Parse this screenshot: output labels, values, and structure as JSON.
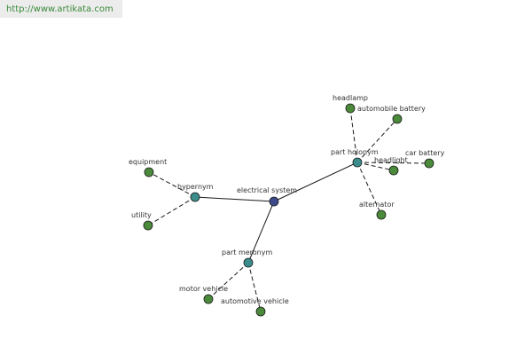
{
  "site": {
    "url": "http://www.artikata.com"
  },
  "colors": {
    "center": "#3d4a8a",
    "relation": "#3b8d8c",
    "leaf": "#4a8a3a",
    "edge": "#1a1a1a"
  },
  "graph": {
    "nodes": [
      {
        "id": "electrical-system",
        "label": "electrical system",
        "type": "center"
      },
      {
        "id": "hypernym",
        "label": "hypernym",
        "type": "relation"
      },
      {
        "id": "part-holonym",
        "label": "part holonym",
        "type": "relation"
      },
      {
        "id": "part-meronym",
        "label": "part meronym",
        "type": "relation"
      },
      {
        "id": "equipment",
        "label": "equipment",
        "type": "leaf"
      },
      {
        "id": "utility",
        "label": "utility",
        "type": "leaf"
      },
      {
        "id": "headlamp",
        "label": "headlamp",
        "type": "leaf"
      },
      {
        "id": "automobile-battery",
        "label": "automobile battery",
        "type": "leaf"
      },
      {
        "id": "headlight",
        "label": "headlight",
        "type": "leaf"
      },
      {
        "id": "car-battery",
        "label": "car battery",
        "type": "leaf"
      },
      {
        "id": "alternator",
        "label": "alternator",
        "type": "leaf"
      },
      {
        "id": "motor-vehicle",
        "label": "motor vehicle",
        "type": "leaf"
      },
      {
        "id": "automotive-vehicle",
        "label": "automotive vehicle",
        "type": "leaf"
      }
    ],
    "edges": [
      {
        "from": "electrical-system",
        "to": "hypernym",
        "style": "solid"
      },
      {
        "from": "electrical-system",
        "to": "part-holonym",
        "style": "solid"
      },
      {
        "from": "electrical-system",
        "to": "part-meronym",
        "style": "solid"
      },
      {
        "from": "hypernym",
        "to": "equipment",
        "style": "dashed"
      },
      {
        "from": "hypernym",
        "to": "utility",
        "style": "dashed"
      },
      {
        "from": "part-holonym",
        "to": "headlamp",
        "style": "dashed"
      },
      {
        "from": "part-holonym",
        "to": "automobile-battery",
        "style": "dashed"
      },
      {
        "from": "part-holonym",
        "to": "headlight",
        "style": "dashed"
      },
      {
        "from": "part-holonym",
        "to": "car-battery",
        "style": "dashed"
      },
      {
        "from": "part-holonym",
        "to": "alternator",
        "style": "dashed"
      },
      {
        "from": "part-meronym",
        "to": "motor-vehicle",
        "style": "dashed"
      },
      {
        "from": "part-meronym",
        "to": "automotive-vehicle",
        "style": "dashed"
      }
    ]
  }
}
